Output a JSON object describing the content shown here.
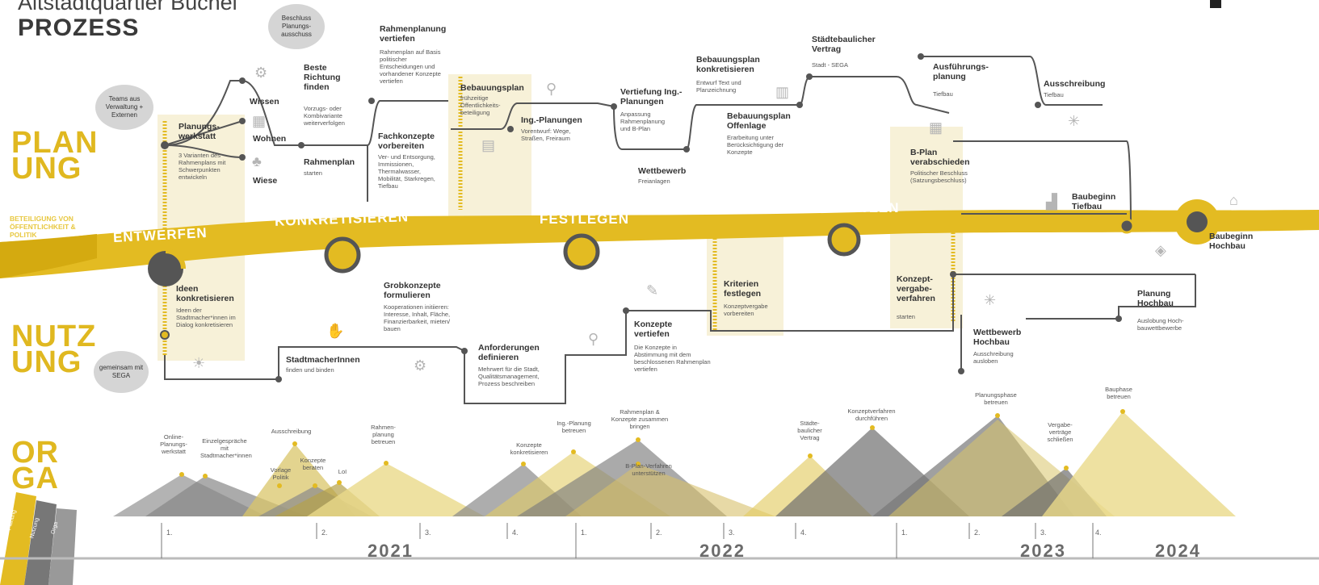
{
  "header": {
    "title": "Altstadtquartier Büchel",
    "subtitle": "PROZESS"
  },
  "lanes": {
    "plan_1": "PLAN",
    "plan_2": "UNG",
    "nutz_1": "NUTZ",
    "nutz_2": "UNG",
    "orga_1": "OR",
    "orga_2": "GA",
    "beteiligung": "BETEILIGUNG VON ÖFFENTLICHKEIT & POLITIK"
  },
  "phases": [
    "ENTWERFEN",
    "KONKRETISIEREN",
    "FESTLEGEN",
    "UMSETZEN"
  ],
  "bubbles": {
    "teams": "Teams aus Verwaltung + Externen",
    "beschluss": "Beschluss Planungs-ausschuss",
    "gemeinsam": "gemeinsam mit SEGA"
  },
  "planung": {
    "planungswerkstatt_t": "Planungs-werkstatt",
    "planungswerkstatt_s": "3 Varianten des Rahmenplans mit Schwerpunkten entwickeln",
    "wissen": "Wissen",
    "wohnen": "Wohnen",
    "wiese": "Wiese",
    "beste_t": "Beste Richtung finden",
    "beste_s": "Vorzugs- oder Kombivariante weiterverfolgen",
    "rahmenplan_t": "Rahmenplan",
    "rahmenplan_s": "starten",
    "rp_vertiefen_t": "Rahmenplanung vertiefen",
    "rp_vertiefen_s": "Rahmenplan auf Basis politischer Entscheidungen und vorhandener Konzepte vertiefen",
    "fach_t": "Fachkonzepte vorbereiten",
    "fach_s": "Ver- und Entsorgung, Immissionen, Thermalwasser, Mobilität, Starkregen, Tiefbau",
    "bplan_t": "Bebauungsplan",
    "bplan_s": "frühzeitige Öffentlichkeits-beteiligung",
    "ing_t": "Ing.-Planungen",
    "ing_s": "Vorentwurf: Wege, Straßen, Freiraum",
    "vert_ing_t": "Vertiefung Ing.-Planungen",
    "vert_ing_s": "Anpassung Rahmenplanung und B-Plan",
    "wettbewerb_t": "Wettbewerb",
    "wettbewerb_s": "Freianlagen",
    "bp_konk_t": "Bebauungsplan konkretisieren",
    "bp_konk_s": "Entwurf Text und Planzeichnung",
    "bp_offen_t": "Bebauungsplan Offenlage",
    "bp_offen_s": "Erarbeitung unter Berücksichtigung der Konzepte",
    "vertrag_t": "Städtebaulicher Vertrag",
    "vertrag_s": "Stadt - SEGA",
    "ausf_t": "Ausführungs-planung",
    "ausf_s": "Tiefbau",
    "aus_t": "Ausschreibung",
    "aus_s": "Tiefbau",
    "bplan_verab_t": "B-Plan verabschieden",
    "bplan_verab_s": "Politischer Beschluss (Satzungsbeschluss)",
    "baubeginn_tief_t": "Baubeginn Tiefbau",
    "baubeginn_hoch_t": "Baubeginn Hochbau"
  },
  "nutzung": {
    "ideen_t": "Ideen konkretisieren",
    "ideen_s": "Ideen der Stadtmacher*innen im Dialog konkretisieren",
    "stadtmacher_t": "StadtmacherInnen",
    "stadtmacher_s": "finden und binden",
    "grob_t": "Grobkonzepte formulieren",
    "grob_s": "Kooperationen initiieren: Interesse, Inhalt, Fläche, Finanzierbarkeit, mieten/ bauen",
    "anf_t": "Anforderungen definieren",
    "anf_s": "Mehrwert für die Stadt, Qualitätsmanagement, Prozess beschreiben",
    "konz_t": "Konzepte vertiefen",
    "konz_s": "Die Konzepte in Abstimmung mit dem beschlossenen Rahmenplan vertiefen",
    "krit_t": "Kriterien festlegen",
    "krit_s": "Konzeptvergabe vorbereiten",
    "kvv_t": "Konzept-vergabe-verfahren",
    "kvv_s": "starten",
    "wett_hoch_t": "Wettbewerb Hochbau",
    "wett_hoch_s": "Ausschreibung ausloben",
    "plan_hoch_t": "Planung Hochbau",
    "plan_hoch_s": "Auslobung Hoch-bauwettbewerbe"
  },
  "orga": [
    "Online-Planungs-werkstatt",
    "Einzelgespräche mit Stadtmacher*innen",
    "Ausschreibung",
    "Vorlage Politik",
    "Konzepte beraten",
    "LoI",
    "Rahmen-planung betreuen",
    "Konzepte konkretisieren",
    "Ing.-Planung betreuen",
    "Rahmenplan & Konzepte zusammen bringen",
    "B-Plan-Verfahren unterstützen",
    "Städte-baulicher Vertrag",
    "Konzeptverfahren durchführen",
    "Planungsphase betreuen",
    "Vergabe-verträge schließen",
    "Bauphase betreuen"
  ],
  "side_labels": [
    "Planung",
    "Nutzung",
    "Orga"
  ],
  "timeline": {
    "years": [
      "2021",
      "2022",
      "2023",
      "2024"
    ],
    "quarters": [
      "1.",
      "2.",
      "3.",
      "4.",
      "1.",
      "2.",
      "3.",
      "4.",
      "1.",
      "2.",
      "3.",
      "4."
    ]
  },
  "colors": {
    "accent": "#e3bb22",
    "light": "#f7f1d8",
    "dark": "#444444",
    "grey": "#6e6e6e"
  }
}
